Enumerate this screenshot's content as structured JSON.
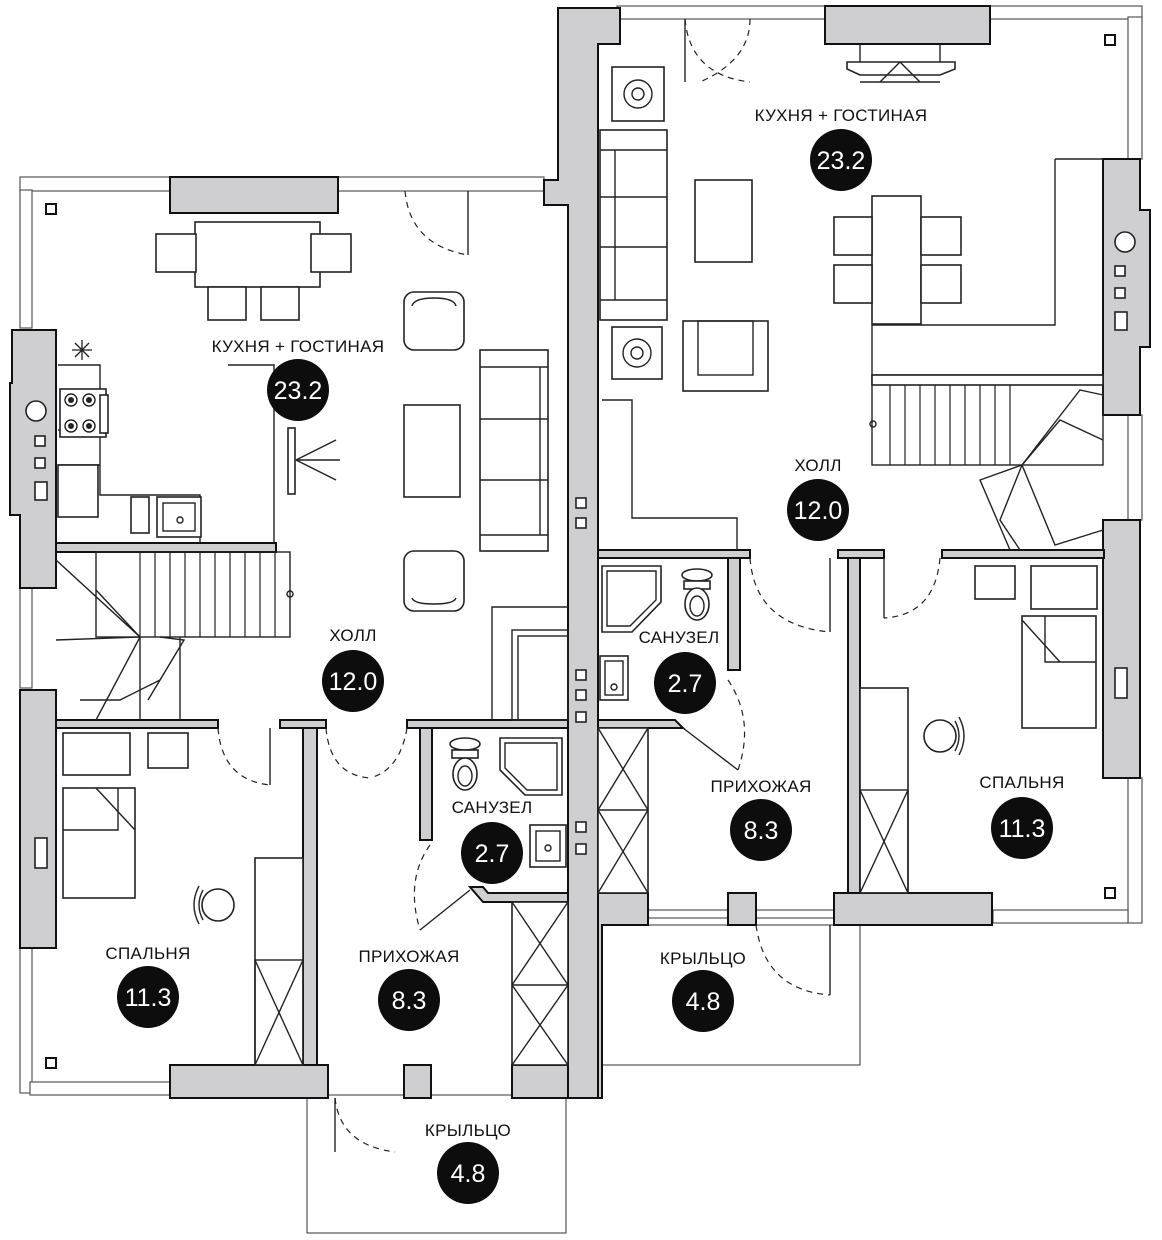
{
  "rooms": [
    {
      "id": "left-kitchen",
      "name": "КУХНЯ + ГОСТИНАЯ",
      "area": "23.2"
    },
    {
      "id": "left-hall",
      "name": "ХОЛЛ",
      "area": "12.0"
    },
    {
      "id": "left-bath",
      "name": "САНУЗЕЛ",
      "area": "2.7"
    },
    {
      "id": "left-bedroom",
      "name": "СПАЛЬНЯ",
      "area": "11.3"
    },
    {
      "id": "left-entry",
      "name": "ПРИХОЖАЯ",
      "area": "8.3"
    },
    {
      "id": "left-porch",
      "name": "КРЫЛЬЦО",
      "area": "4.8"
    },
    {
      "id": "right-kitchen",
      "name": "КУХНЯ + ГОСТИНАЯ",
      "area": "23.2"
    },
    {
      "id": "right-hall",
      "name": "ХОЛЛ",
      "area": "12.0"
    },
    {
      "id": "right-bath",
      "name": "САНУЗЕЛ",
      "area": "2.7"
    },
    {
      "id": "right-entry",
      "name": "ПРИХОЖАЯ",
      "area": "8.3"
    },
    {
      "id": "right-bedroom",
      "name": "СПАЛЬНЯ",
      "area": "11.3"
    },
    {
      "id": "right-porch",
      "name": "КРЫЛЬЦО",
      "area": "4.8"
    }
  ]
}
